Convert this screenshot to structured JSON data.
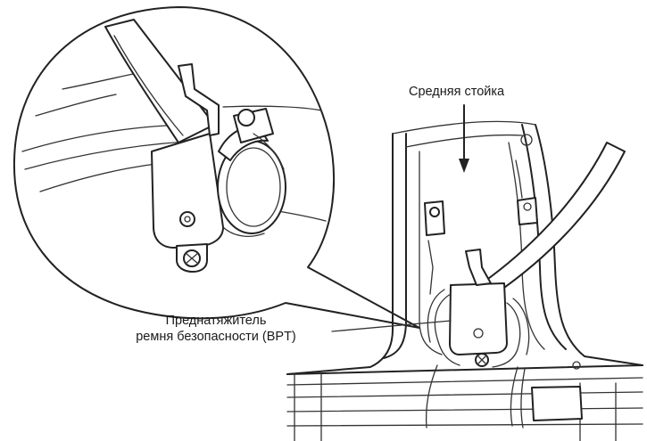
{
  "labels": {
    "center_pillar": "Средняя стойка",
    "pretensioner_line1": "Преднатяжитель",
    "pretensioner_line2": "ремня безопасности (BPT)"
  },
  "colors": {
    "ink": "#222222",
    "background": "#ffffff"
  }
}
